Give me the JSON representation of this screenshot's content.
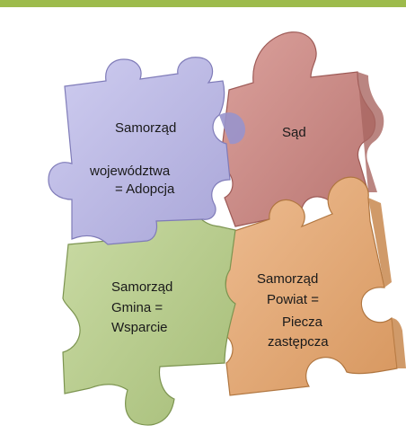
{
  "pieces": {
    "wojewodztwo": {
      "line1": "Samorząd",
      "line2": "województwa",
      "line3": "= Adopcja",
      "color": "#b7b5df"
    },
    "sad": {
      "line1": "Sąd",
      "color": "#c98a86"
    },
    "gmina": {
      "line1": "Samorząd",
      "line2": "Gmina =",
      "line3": "Wsparcie",
      "color": "#b8cc8e"
    },
    "powiat": {
      "line1": "Samorząd",
      "line2": "Powiat =",
      "line3": "Piecza",
      "line4": "zastępcza",
      "color": "#e0a97b"
    }
  },
  "accent_bar_color": "#9dbb4c"
}
